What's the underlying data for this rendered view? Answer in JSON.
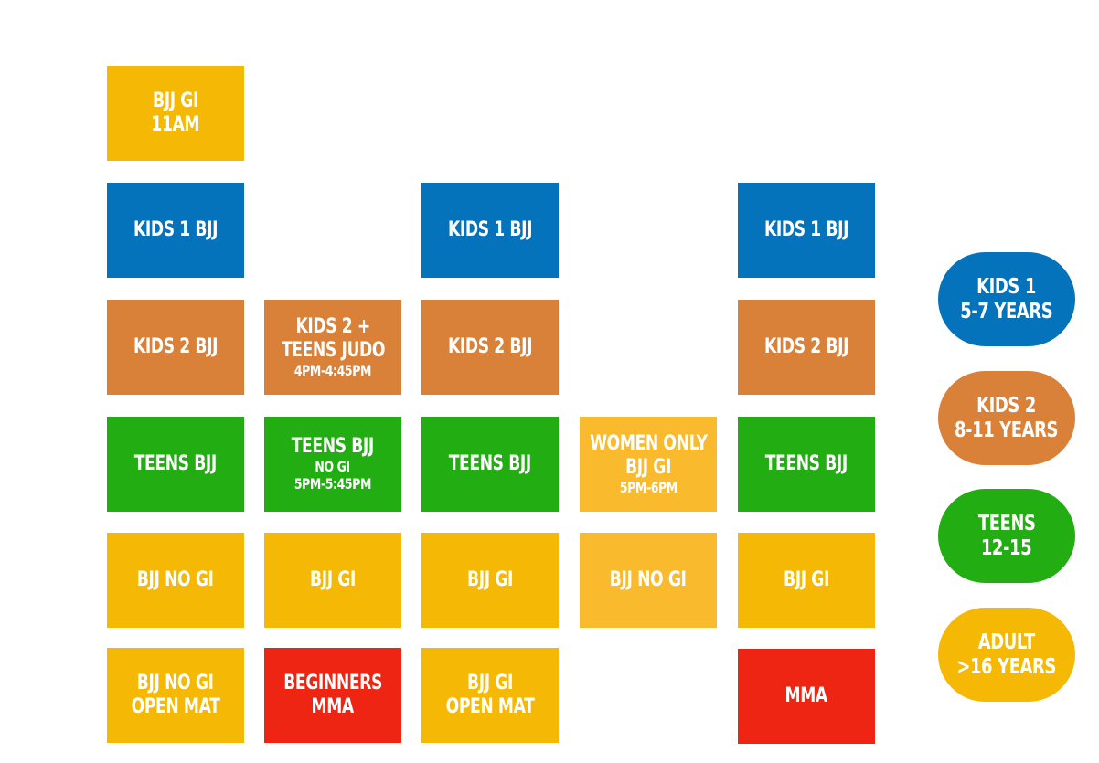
{
  "colors": {
    "kids1": "#0572BC",
    "kids2": "#D98039",
    "teens": "#22AE12",
    "adult": "#F5B905",
    "adult_light": "#F9BA2E",
    "mma": "#EE2512"
  },
  "schedule": {
    "c1": {
      "r0": {
        "l1": "BJJ GI",
        "l2": "11AM"
      },
      "r1": {
        "l1": "KIDS 1 BJJ"
      },
      "r2": {
        "l1": "KIDS 2 BJJ"
      },
      "r3": {
        "l1": "TEENS BJJ"
      },
      "r4": {
        "l1": "BJJ NO GI"
      },
      "r5": {
        "l1": "BJJ NO GI",
        "l2": "OPEN MAT"
      }
    },
    "c2": {
      "r2": {
        "l1": "KIDS 2 +",
        "l2": "TEENS JUDO",
        "l3": "4PM-4:45PM"
      },
      "r3": {
        "l1": "TEENS BJJ",
        "l2": "NO GI",
        "l3": "5PM-5:45PM"
      },
      "r4": {
        "l1": "BJJ GI"
      },
      "r5": {
        "l1": "BEGINNERS",
        "l2": "MMA"
      }
    },
    "c3": {
      "r1": {
        "l1": "KIDS 1 BJJ"
      },
      "r2": {
        "l1": "KIDS 2 BJJ"
      },
      "r3": {
        "l1": "TEENS BJJ"
      },
      "r4": {
        "l1": "BJJ GI"
      },
      "r5": {
        "l1": "BJJ GI",
        "l2": "OPEN MAT"
      }
    },
    "c4": {
      "r3": {
        "l1": "WOMEN ONLY",
        "l2": "BJJ GI",
        "l3": "5PM-6PM"
      },
      "r4": {
        "l1": "BJJ NO GI"
      }
    },
    "c5": {
      "r1": {
        "l1": "KIDS 1 BJJ"
      },
      "r2": {
        "l1": "KIDS 2 BJJ"
      },
      "r3": {
        "l1": "TEENS BJJ"
      },
      "r4": {
        "l1": "BJJ GI"
      },
      "r5": {
        "l1": "MMA"
      }
    }
  },
  "legend": {
    "kids1": {
      "l1": "KIDS 1",
      "l2": "5-7 YEARS"
    },
    "kids2": {
      "l1": "KIDS 2",
      "l2": "8-11 YEARS"
    },
    "teens": {
      "l1": "TEENS",
      "l2": "12-15"
    },
    "adult": {
      "l1": "ADULT",
      "l2": ">16 YEARS"
    }
  }
}
